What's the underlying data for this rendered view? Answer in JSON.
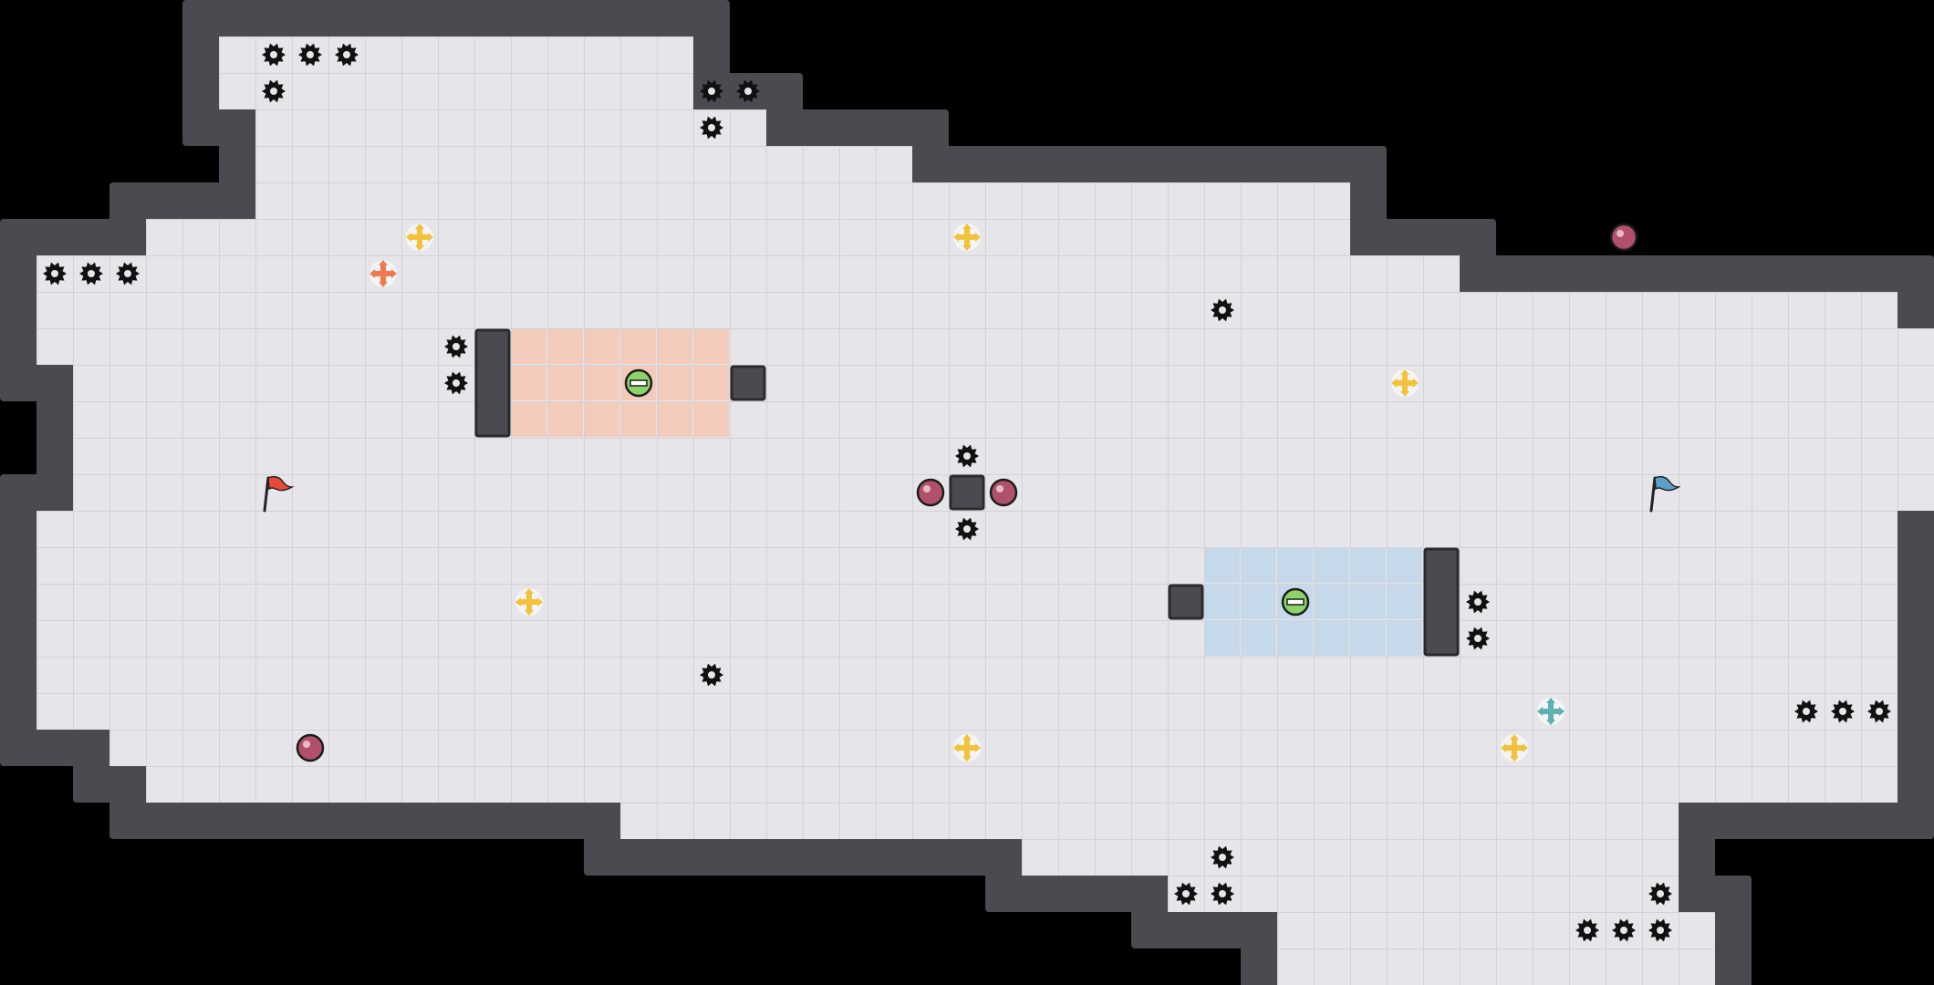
{
  "game": {
    "name": "capture-the-flag-map",
    "grid": {
      "cols": 53,
      "rows": 27
    }
  },
  "colors": {
    "background": "#000000",
    "floor": "#e6e6ea",
    "grid_line": "#d2d2d6",
    "wall": "#4a4a50",
    "wall_edge": "#2a2a2e",
    "red_team": "#f07f5a",
    "blue_team": "#7aa8d6",
    "red_zone": "#f2cbbb",
    "blue_zone": "#c6d9ea",
    "boost": "#f2c23a",
    "red_boost": "#ee7a52",
    "blue_boost": "#5fb0b0",
    "bomb": "#b0506a",
    "spike": "#111111",
    "gate_ball": "#8cd36a"
  },
  "floor_rows": [
    [
      6,
      18
    ],
    [
      6,
      18
    ],
    [
      7,
      20
    ],
    [
      7,
      24
    ],
    [
      7,
      36
    ],
    [
      4,
      36
    ],
    [
      1,
      39
    ],
    [
      1,
      51
    ],
    [
      1,
      52
    ],
    [
      2,
      52
    ],
    [
      2,
      52
    ],
    [
      2,
      52
    ],
    [
      2,
      52
    ],
    [
      1,
      51
    ],
    [
      1,
      51
    ],
    [
      1,
      51
    ],
    [
      1,
      51
    ],
    [
      1,
      51
    ],
    [
      1,
      51
    ],
    [
      3,
      51
    ],
    [
      4,
      51
    ],
    [
      17,
      45
    ],
    [
      28,
      45
    ],
    [
      32,
      45
    ],
    [
      35,
      46
    ],
    [
      35,
      46
    ]
  ],
  "walls": [
    [
      13,
      9,
      1,
      3
    ],
    [
      20,
      10,
      1,
      1
    ],
    [
      26,
      13,
      1,
      1
    ],
    [
      32,
      16,
      1,
      1
    ],
    [
      39,
      15,
      1,
      3
    ]
  ],
  "team_zones": {
    "red": {
      "col": 14,
      "row": 9,
      "cols": 6,
      "rows": 3
    },
    "blue": {
      "col": 33,
      "row": 15,
      "cols": 6,
      "rows": 3
    }
  },
  "flags": [
    {
      "team": "red",
      "col": 7.5,
      "row": 13.5
    },
    {
      "team": "blue",
      "col": 45.5,
      "row": 13.5
    }
  ],
  "gates": [
    {
      "team": "red",
      "col": 17.5,
      "row": 10.5
    },
    {
      "team": "blue",
      "col": 35.5,
      "row": 16.5
    }
  ],
  "boosts": [
    {
      "type": "neutral",
      "col": 11.5,
      "row": 6.5
    },
    {
      "type": "red",
      "col": 10.5,
      "row": 7.5
    },
    {
      "type": "neutral",
      "col": 26.5,
      "row": 6.5
    },
    {
      "type": "neutral",
      "col": 38.5,
      "row": 10.5
    },
    {
      "type": "neutral",
      "col": 14.5,
      "row": 16.5
    },
    {
      "type": "neutral",
      "col": 26.5,
      "row": 20.5
    },
    {
      "type": "blue",
      "col": 42.5,
      "row": 19.5
    },
    {
      "type": "neutral",
      "col": 41.5,
      "row": 20.5
    }
  ],
  "bombs": [
    {
      "col": 44.5,
      "row": 6.5
    },
    {
      "col": 25.5,
      "row": 13.5
    },
    {
      "col": 27.5,
      "row": 13.5
    },
    {
      "col": 8.5,
      "row": 20.5
    }
  ],
  "spikes": [
    [
      7.5,
      1.5
    ],
    [
      8.5,
      1.5
    ],
    [
      9.5,
      1.5
    ],
    [
      7.5,
      2.5
    ],
    [
      19.5,
      2.5
    ],
    [
      20.5,
      2.5
    ],
    [
      19.5,
      3.5
    ],
    [
      1.5,
      7.5
    ],
    [
      2.5,
      7.5
    ],
    [
      3.5,
      7.5
    ],
    [
      12.5,
      9.5
    ],
    [
      12.5,
      10.5
    ],
    [
      33.5,
      8.5
    ],
    [
      26.5,
      12.5
    ],
    [
      26.5,
      14.5
    ],
    [
      19.5,
      18.5
    ],
    [
      40.5,
      16.5
    ],
    [
      40.5,
      17.5
    ],
    [
      49.5,
      19.5
    ],
    [
      50.5,
      19.5
    ],
    [
      51.5,
      19.5
    ],
    [
      33.5,
      23.5
    ],
    [
      32.5,
      24.5
    ],
    [
      33.5,
      24.5
    ],
    [
      45.5,
      24.5
    ],
    [
      43.5,
      25.5
    ],
    [
      44.5,
      25.5
    ],
    [
      45.5,
      25.5
    ]
  ]
}
